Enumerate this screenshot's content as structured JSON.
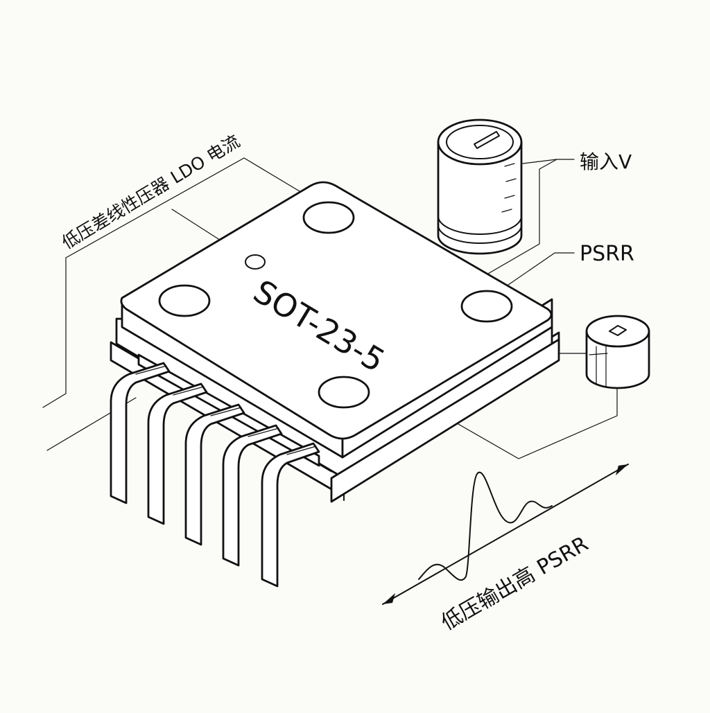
{
  "package_label": "SOT-23-5",
  "labels": {
    "top_left": "低压差线性压器 LDO 电流",
    "input_v": "输入V",
    "psrr": "PSRR",
    "bottom_right": "低压输出高 PSRR"
  },
  "colors": {
    "ink": "#111111",
    "paper": "#fbfbf8",
    "body": "#ffffff"
  },
  "icons": [
    "large-capacitor-icon",
    "small-capacitor-icon",
    "ic-chip-icon",
    "waveform-icon"
  ]
}
